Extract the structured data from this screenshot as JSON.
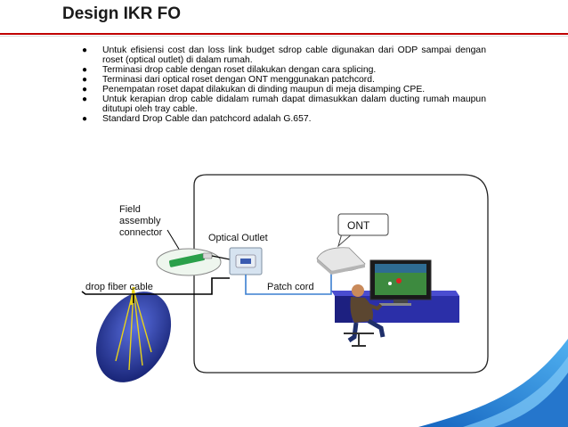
{
  "slide": {
    "title": "Design IKR FO",
    "bullets": [
      "Untuk efisiensi cost dan loss link budget sdrop cable digunakan dari ODP sampai dengan roset (optical outlet) di dalam rumah.",
      "Terminasi drop cable dengan roset dilakukan dengan cara splicing.",
      "Terminasi dari optical roset dengan ONT menggunakan patchcord.",
      "Penempatan roset dapat dilakukan di dinding maupun di meja disamping CPE.",
      "Untuk kerapian drop cable didalam rumah dapat dimasukkan dalam ducting rumah maupun ditutupi oleh tray cable.",
      "Standard Drop Cable dan patchcord adalah G.657."
    ],
    "bullet_symbol": "●"
  },
  "diagram": {
    "field_connector_lines": [
      "Field",
      "assembly",
      "connector"
    ],
    "optical_outlet_label": "Optical Outlet",
    "ont_label": "ONT",
    "drop_cable_label": "drop fiber cable",
    "patch_cord_label": "Patch cord"
  },
  "colors": {
    "title_rule": "#c00000",
    "corner_blue": "#1f7fd8",
    "patch_cord": "#3a7fd0",
    "desk": "#2b2fa8",
    "connector_green": "#2aa04a"
  }
}
